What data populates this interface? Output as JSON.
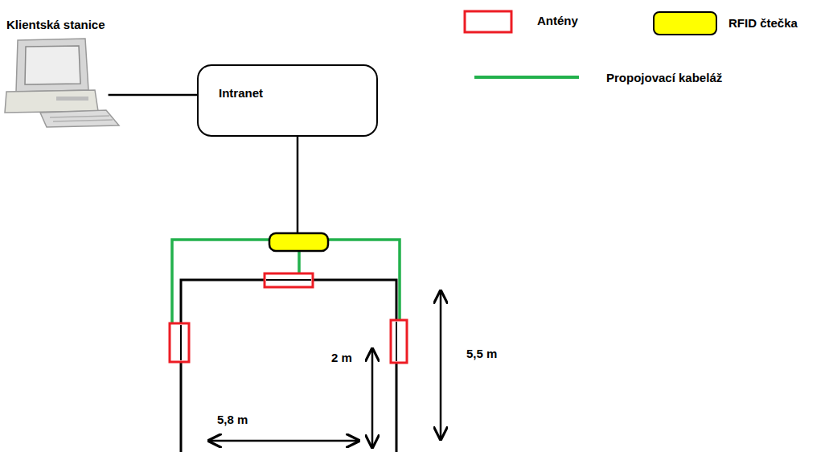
{
  "diagram": {
    "nodes": [
      {
        "text": [
          "Klientská stanice"
        ]
      },
      {
        "text": [
          "Intranet"
        ]
      }
    ],
    "edges": [
      {
        "from": 0,
        "to": 1,
        "arrow": "none"
      }
    ],
    "labels": [
      "2 m",
      "5,8 m",
      "5,5 m"
    ],
    "legend": [
      {
        "text": "Antény"
      },
      {
        "text": "RFID čtečka",
        "color": "#ffff00"
      },
      {
        "text": "Propojovací kabeláž"
      }
    ]
  }
}
